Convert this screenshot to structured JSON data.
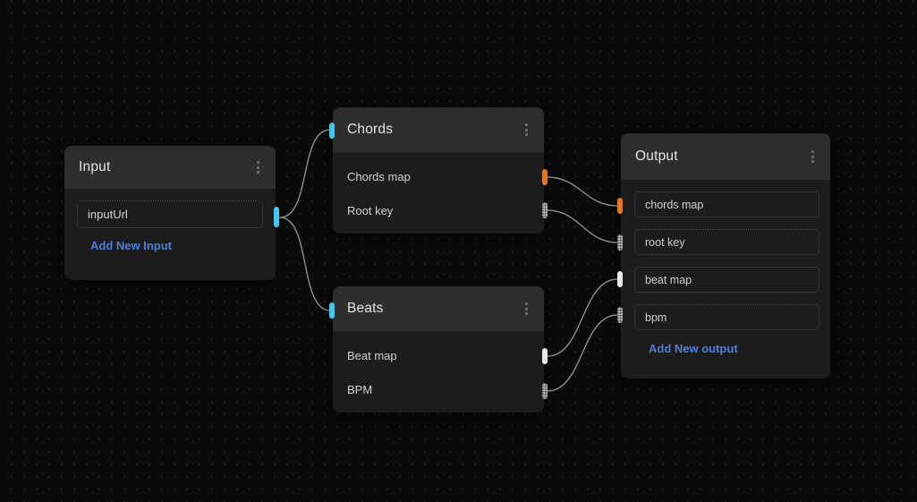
{
  "canvas": {
    "background": "#0a0a0a",
    "dot_color": "#1e1e1e"
  },
  "colors": {
    "accent_blue": "#4d7fd9",
    "port_cyan": "#3ec8f2",
    "port_orange": "#e4761d",
    "port_light": "#e9e9e9",
    "port_striped_light": "#d0d0d0",
    "port_striped_dark": "#818181",
    "wire": "#8f8f8f",
    "node_header": "#2e2e2e",
    "node_body": "#1c1c1c"
  },
  "nodes": {
    "input": {
      "title": "Input",
      "fields": [
        {
          "value": "inputUrl"
        }
      ],
      "action_label": "Add New Input",
      "ports": {
        "out": {
          "name": "input-out",
          "type": "cyan"
        }
      }
    },
    "chords": {
      "title": "Chords",
      "ports": {
        "in": {
          "type": "cyan"
        }
      },
      "rows": [
        {
          "label": "Chords map",
          "port_type": "orange"
        },
        {
          "label": "Root key",
          "port_type": "striped"
        }
      ]
    },
    "beats": {
      "title": "Beats",
      "ports": {
        "in": {
          "type": "cyan"
        }
      },
      "rows": [
        {
          "label": "Beat map",
          "port_type": "light"
        },
        {
          "label": "BPM",
          "port_type": "striped"
        }
      ]
    },
    "output": {
      "title": "Output",
      "fields": [
        {
          "value": "chords map",
          "port_type": "orange"
        },
        {
          "value": "root key",
          "port_type": "striped"
        },
        {
          "value": "beat map",
          "port_type": "light"
        },
        {
          "value": "bpm",
          "port_type": "striped"
        }
      ],
      "action_label": "Add New output"
    }
  },
  "connections": [
    {
      "from": "Input.out",
      "to": "Chords.in"
    },
    {
      "from": "Input.out",
      "to": "Beats.in"
    },
    {
      "from": "Chords.Chords map",
      "to": "Output.chords map"
    },
    {
      "from": "Chords.Root key",
      "to": "Output.root key"
    },
    {
      "from": "Beats.Beat map",
      "to": "Output.beat map"
    },
    {
      "from": "Beats.BPM",
      "to": "Output.bpm"
    }
  ]
}
